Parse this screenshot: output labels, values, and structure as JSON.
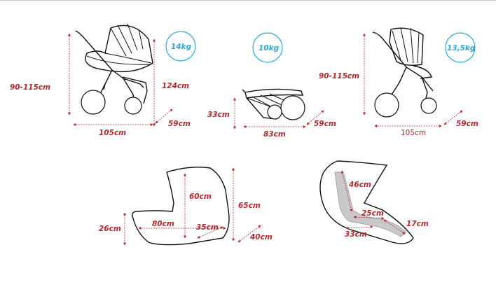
{
  "weights": {
    "w1": "14kg",
    "w2": "10kg",
    "w3": "13,5kg"
  },
  "dims": {
    "deep_height_range": "90-115cm",
    "deep_height": "124cm",
    "deep_length": "105cm",
    "deep_width": "59cm",
    "folded_height": "33cm",
    "folded_length": "83cm",
    "folded_width": "59cm",
    "sport_height_range": "90-115cm",
    "sport_length": "105cm",
    "sport_width": "59cm",
    "cot_inner_height": "60cm",
    "cot_outer_height": "65cm",
    "cot_side_height": "26cm",
    "cot_length": "80cm",
    "cot_inner_width": "35cm",
    "cot_width": "40cm",
    "seat_back": "46cm",
    "seat_depth": "25cm",
    "seat_footrest": "17cm",
    "seat_width": "33cm"
  },
  "colors": {
    "dimension": "#b3282d",
    "weight_badge": "#2aa7d6",
    "outline": "#111111"
  }
}
